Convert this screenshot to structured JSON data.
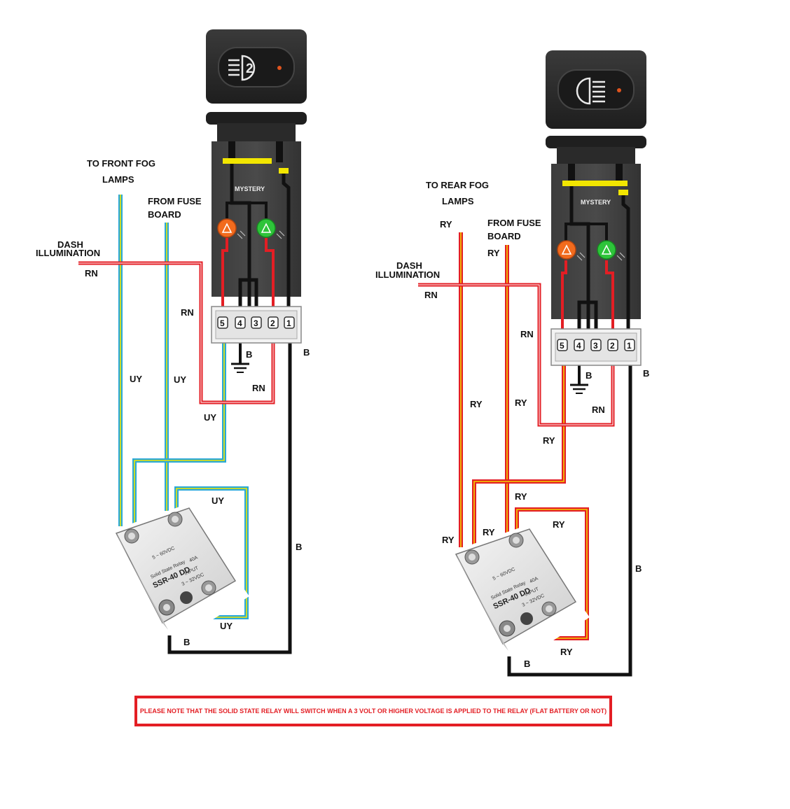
{
  "colors": {
    "wire_rn": "#e31e24",
    "wire_uy_outer": "#29a8d8",
    "wire_uy_inner": "#f2e600",
    "wire_ry_outer": "#e31e24",
    "wire_ry_inner": "#f2d200",
    "wire_b": "#111111",
    "switch_body": "#2b2b2b",
    "led_orange": "#f26b1d",
    "led_green": "#2ec43a",
    "note": "#e31e24"
  },
  "left": {
    "switch_icon": "fog-lamp-front-icon",
    "switch_icon_glyph": "2",
    "module_label": "MYSTERY",
    "pins": [
      "5",
      "4",
      "3",
      "2",
      "1"
    ],
    "to_label_1": "TO FRONT FOG",
    "to_label_2": "LAMPS",
    "fuse_label_1": "FROM FUSE",
    "fuse_label_2": "BOARD",
    "dash_label_1": "DASH",
    "dash_label_2": "ILLUMINATION",
    "wire_labels": {
      "rn_dash": "RN",
      "rn_vertical": "RN",
      "rn_bottom": "RN",
      "uy_left": "UY",
      "uy_mid": "UY",
      "uy_pin5": "UY",
      "uy_loop_top": "UY",
      "uy_loop_bottom": "UY",
      "b_pin4": "B",
      "b_pin1": "B",
      "b_vertical": "B",
      "b_bottom": "B"
    },
    "relay": {
      "model": "SSR-40 DD",
      "name": "Solid State Relay",
      "rating": "40A",
      "output": "5 ~ 60VDC",
      "input": "3 ~ 32VDC",
      "input_label": "INPUT"
    }
  },
  "right": {
    "switch_icon": "fog-lamp-rear-icon",
    "module_label": "MYSTERY",
    "pins": [
      "5",
      "4",
      "3",
      "2",
      "1"
    ],
    "to_label_1": "TO  REAR  FOG",
    "to_label_2": "LAMPS",
    "fuse_label_1": "FROM FUSE",
    "fuse_label_2": "BOARD",
    "dash_label_1": "DASH",
    "dash_label_2": "ILLUMINATION",
    "wire_labels": {
      "ry_to": "RY",
      "ry_fuse": "RY",
      "rn_dash": "RN",
      "rn_vertical": "RN",
      "rn_bottom": "RN",
      "ry_left": "RY",
      "ry_mid": "RY",
      "ry_pin5": "RY",
      "ry_top": "RY",
      "ry_relay_left": "RY",
      "ry_relay_mid": "RY",
      "ry_loop_top": "RY",
      "ry_loop_bottom": "RY",
      "b_pin4": "B",
      "b_pin1": "B",
      "b_vertical": "B",
      "b_bottom": "B"
    },
    "relay": {
      "model": "SSR-40 DD",
      "name": "Solid State Relay",
      "rating": "40A",
      "output": "5 ~ 60VDC",
      "input": "3 ~ 32VDC",
      "input_label": "INPUT"
    }
  },
  "note": "PLEASE NOTE THAT THE SOLID STATE RELAY WILL SWITCH WHEN A 3 VOLT OR HIGHER VOLTAGE IS  APPLIED TO THE RELAY  (FLAT BATTERY OR NOT)"
}
